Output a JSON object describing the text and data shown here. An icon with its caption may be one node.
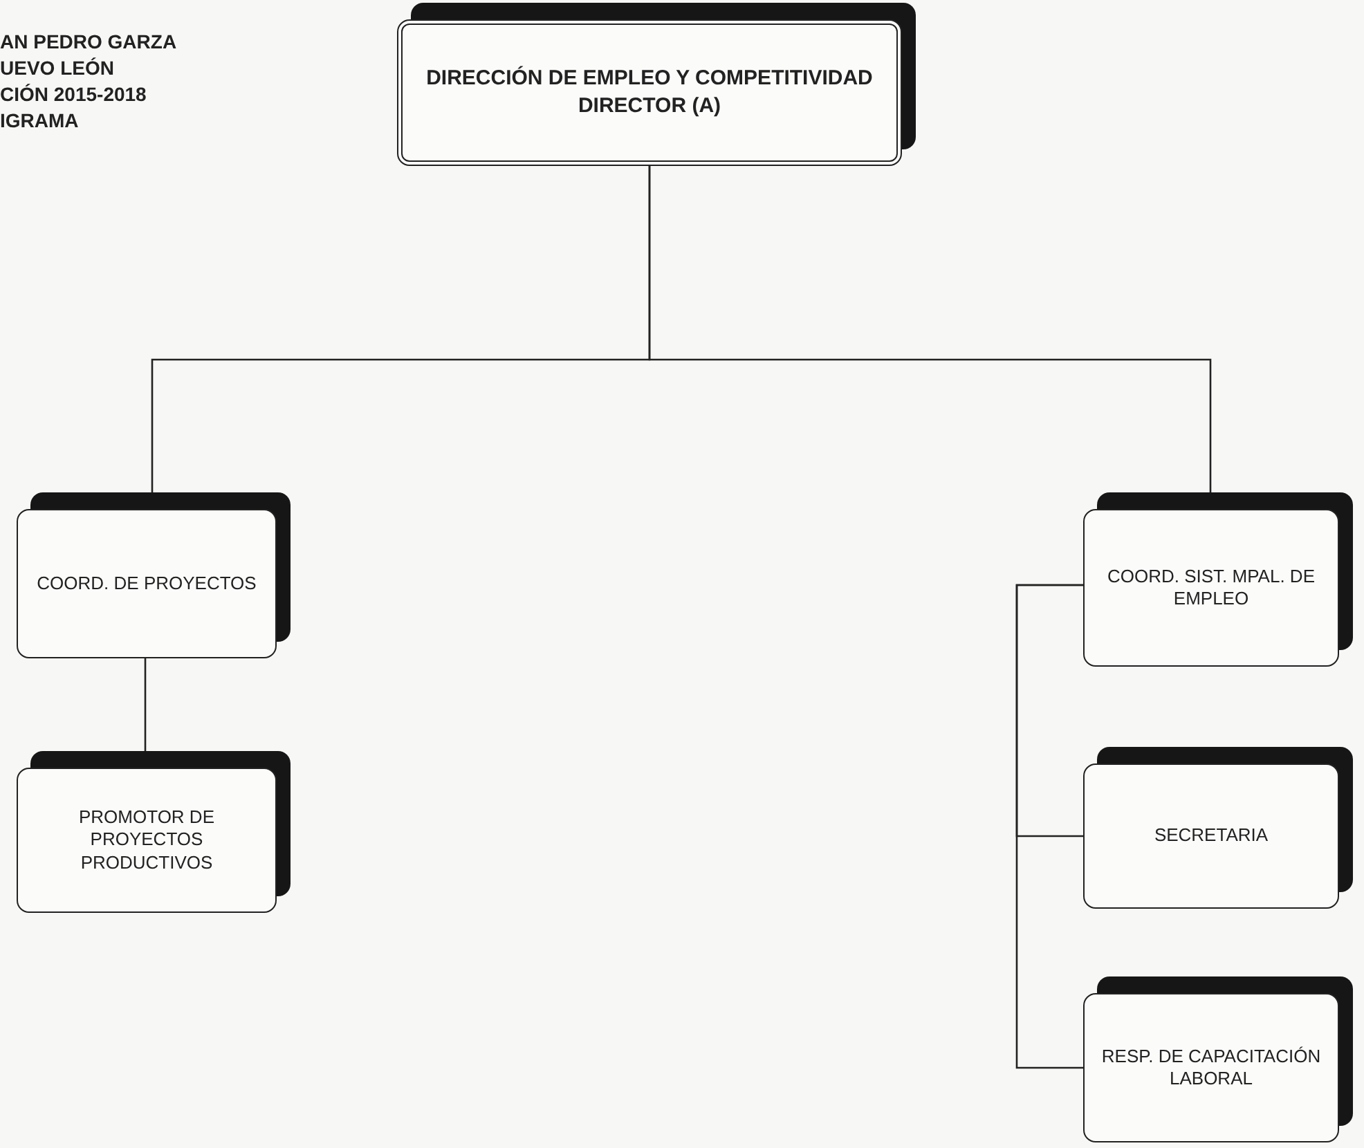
{
  "diagram": {
    "nodes": [
      {
        "text": [
          "DIRECCIÓN DE EMPLEO Y COMPETITIVIDAD DIRECTOR (A)"
        ]
      },
      {
        "text": [
          "COORD. DE PROYECTOS"
        ]
      },
      {
        "text": [
          "PROMOTOR DE PROYECTOS PRODUCTIVOS"
        ]
      },
      {
        "text": [
          "COORD. SIST. MPAL. DE EMPLEO"
        ]
      },
      {
        "text": [
          "SECRETARIA"
        ]
      },
      {
        "text": [
          "RESP. DE CAPACITACIÓN LABORAL"
        ]
      }
    ],
    "edges": [
      {
        "from": 0,
        "to": 1,
        "arrow": "none"
      },
      {
        "from": 0,
        "to": 3,
        "arrow": "none"
      },
      {
        "from": 1,
        "to": 2,
        "arrow": "none"
      },
      {
        "from": 3,
        "to": 4,
        "arrow": "none"
      },
      {
        "from": 3,
        "to": 5,
        "arrow": "none"
      }
    ],
    "labels": [
      "AN PEDRO GARZA",
      "UEVO LEÓN",
      "CIÓN 2015-2018",
      "IGRAMA"
    ]
  }
}
